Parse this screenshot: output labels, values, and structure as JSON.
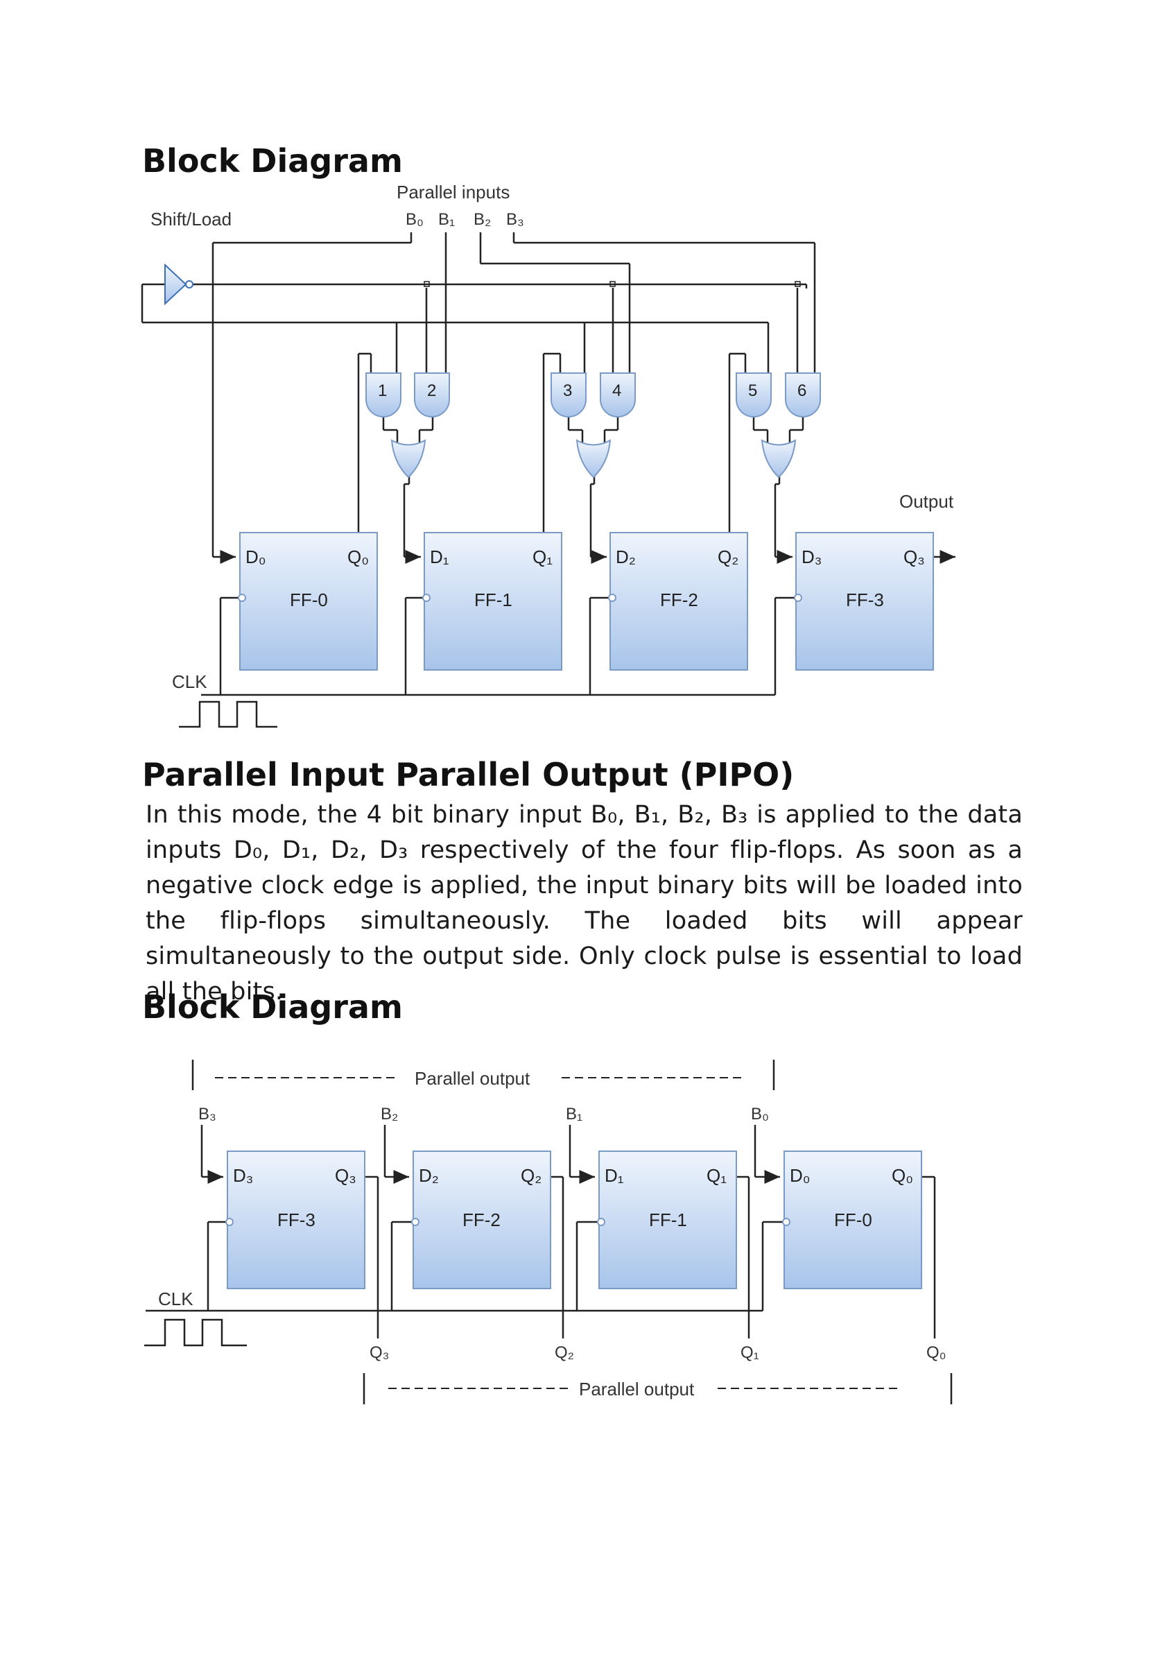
{
  "heading_1": "Block Diagram",
  "diagram_1": {
    "shift_load_label": "Shift/Load",
    "parallel_inputs_label": "Parallel inputs",
    "inputs": [
      "B₀",
      "B₁",
      "B₂",
      "B₃"
    ],
    "gates": [
      "1",
      "2",
      "3",
      "4",
      "5",
      "6"
    ],
    "flip_flops": [
      {
        "name": "FF-0",
        "d": "D₀",
        "q": "Q₀"
      },
      {
        "name": "FF-1",
        "d": "D₁",
        "q": "Q₁"
      },
      {
        "name": "FF-2",
        "d": "D₂",
        "q": "Q₂"
      },
      {
        "name": "FF-3",
        "d": "D₃",
        "q": "Q₃"
      }
    ],
    "output_label": "Output",
    "clk_label": "CLK"
  },
  "heading_2": "Parallel Input Parallel Output (PIPO)",
  "paragraph": "In this mode, the 4 bit binary input B₀, B₁, B₂, B₃ is applied to the data inputs D₀, D₁, D₂, D₃ respectively of the four flip-flops. As soon as a negative clock edge is applied, the input binary bits will be loaded into the flip-flops simultaneously. The loaded bits will appear simultaneously to the output side. Only clock pulse is essential to load all the bits.",
  "heading_3": "Block Diagram",
  "diagram_2": {
    "parallel_output_label": "Parallel output",
    "inputs": [
      "B₃",
      "B₂",
      "B₁",
      "B₀"
    ],
    "flip_flops": [
      {
        "name": "FF-3",
        "d": "D₃",
        "q": "Q₃"
      },
      {
        "name": "FF-2",
        "d": "D₂",
        "q": "Q₂"
      },
      {
        "name": "FF-1",
        "d": "D₁",
        "q": "Q₁"
      },
      {
        "name": "FF-0",
        "d": "D₀",
        "q": "Q₀"
      }
    ],
    "outputs": [
      "Q₃",
      "Q₂",
      "Q₁",
      "Q₀"
    ],
    "clk_label": "CLK"
  }
}
